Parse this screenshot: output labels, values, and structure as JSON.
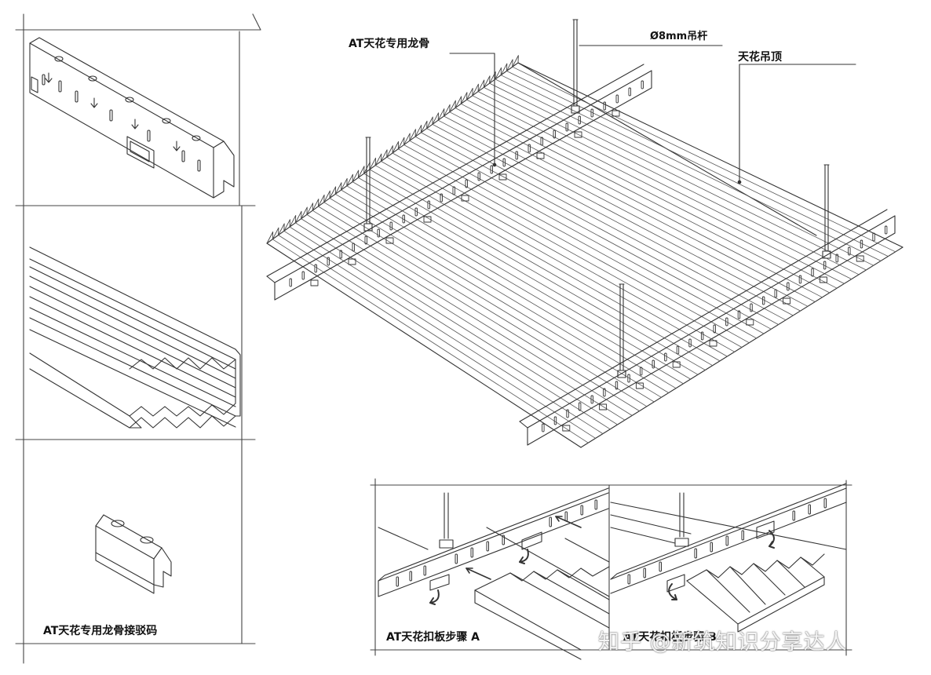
{
  "labels": {
    "keel": "AT天花专用龙骨",
    "rod": "Ø8mm吊杆",
    "ceiling": "天花吊顶",
    "connector": "AT天花专用龙骨接驳码",
    "step_a": "AT天花扣板步骤 A",
    "step_b": "AT天花扣板步骤 B"
  },
  "watermark": "知乎 @新筑知识分享达人",
  "colors": {
    "line": "#333333",
    "background": "#ffffff"
  }
}
